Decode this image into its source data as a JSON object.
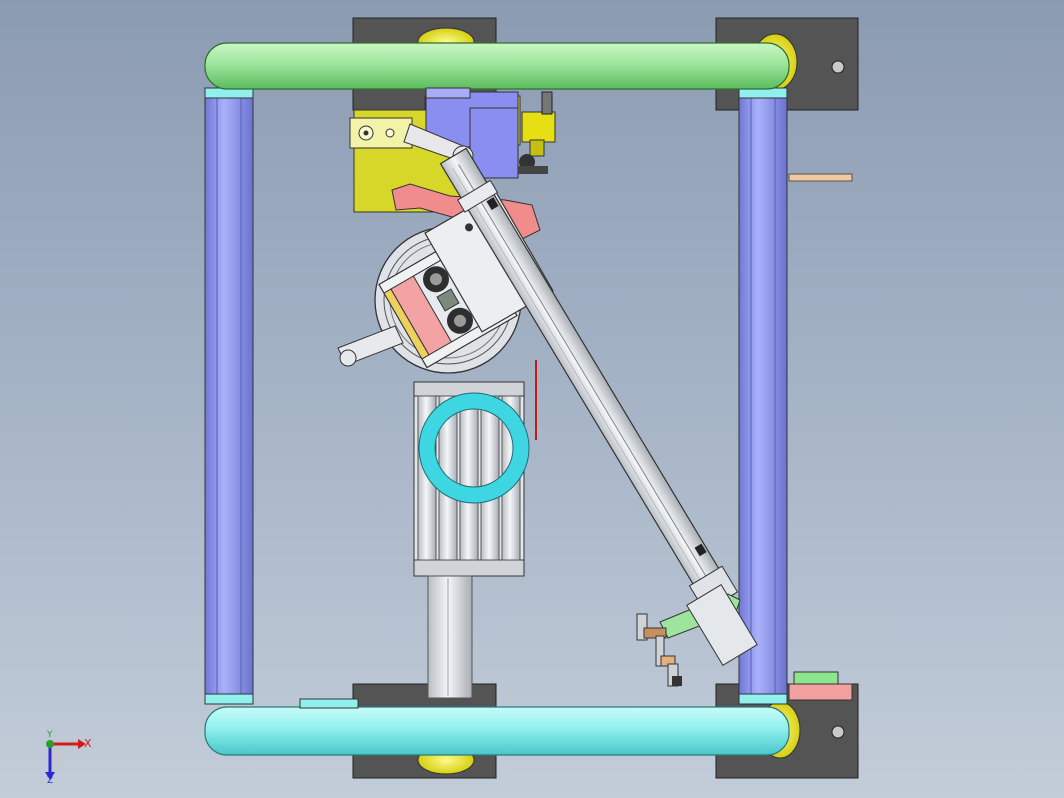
{
  "viewport": {
    "background_top": "#8b9bb2",
    "background_bottom": "#c3cdd9"
  },
  "colors": {
    "frame_green": "#9de59d",
    "frame_cyan": "#8ff0ee",
    "column_blue": "#9aa3f5",
    "bracket_dark": "#545454",
    "foot_yellow": "#e6e01e",
    "mount_yellow": "#d7d72a",
    "ring_cyan": "#3fd6e3",
    "pink": "#f08c8c",
    "magenta": "#e06ee8",
    "steel": "#d9dde2"
  },
  "triad": {
    "x_label": "X",
    "y_label": "Y",
    "z_label": "Z"
  }
}
